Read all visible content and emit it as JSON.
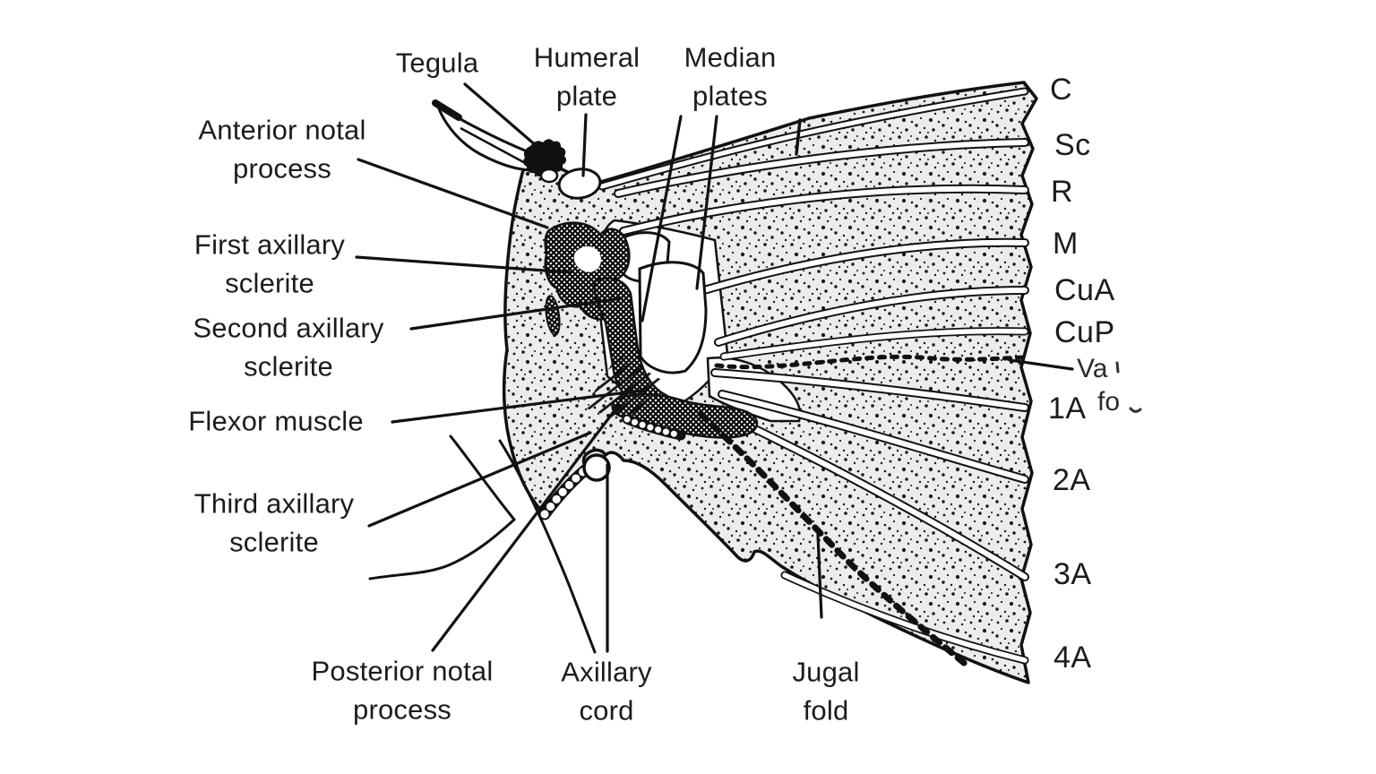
{
  "colors": {
    "background": "#ffffff",
    "ink": "#1a1a1a",
    "stipple_bg": "#ececec"
  },
  "diagram": {
    "type": "labeled-anatomy-line-drawing",
    "subject": "insect wing base / axillary sclerite region",
    "callouts": [
      {
        "id": "tegula",
        "text": "Tegula"
      },
      {
        "id": "humeral-plate",
        "text": "Humeral\nplate"
      },
      {
        "id": "median-plates",
        "text": "Median\nplates"
      },
      {
        "id": "anterior-notal-process",
        "text": "Anterior notal\nprocess"
      },
      {
        "id": "first-axillary-sclerite",
        "text": "First axillary\nsclerite"
      },
      {
        "id": "second-axillary-sclerite",
        "text": "Second axillary\nsclerite"
      },
      {
        "id": "flexor-muscle",
        "text": "Flexor muscle"
      },
      {
        "id": "third-axillary-sclerite",
        "text": "Third axillary\nsclerite"
      },
      {
        "id": "posterior-notal-process",
        "text": "Posterior notal\nprocess"
      },
      {
        "id": "axillary-cord",
        "text": "Axillary\ncord"
      },
      {
        "id": "jugal-fold",
        "text": "Jugal\nfold"
      }
    ],
    "vein_labels": [
      {
        "id": "C",
        "text": "C"
      },
      {
        "id": "Sc",
        "text": "Sc"
      },
      {
        "id": "R",
        "text": "R"
      },
      {
        "id": "M",
        "text": "M"
      },
      {
        "id": "CuA",
        "text": "CuA"
      },
      {
        "id": "CuP",
        "text": "CuP"
      },
      {
        "id": "1A",
        "text": "1A"
      },
      {
        "id": "2A",
        "text": "2A"
      },
      {
        "id": "3A",
        "text": "3A"
      },
      {
        "id": "4A",
        "text": "4A"
      }
    ],
    "truncated_label": {
      "line1": "Va",
      "line2": "fo"
    }
  }
}
